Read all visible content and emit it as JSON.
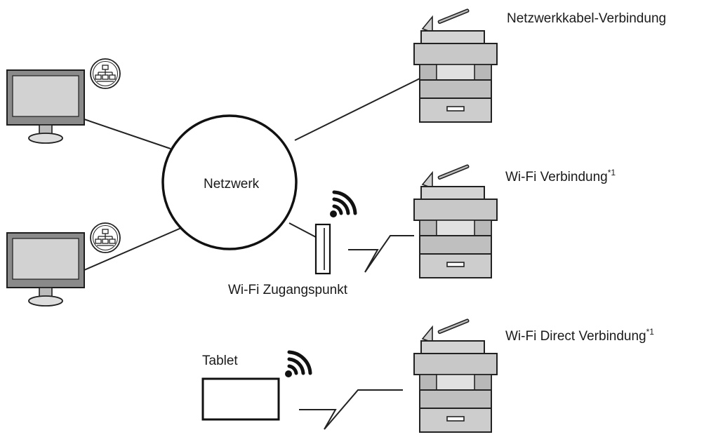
{
  "labels": {
    "network": "Netzwerk",
    "access_point": "Wi-Fi Zugangspunkt",
    "tablet": "Tablet",
    "cable_connection": "Netzwerkkabel-Verbindung",
    "wifi_connection": "Wi-Fi Verbindung",
    "wifi_connection_note": "*1",
    "wifi_direct_connection": "Wi-Fi Direct Verbindung",
    "wifi_direct_connection_note": "*1"
  },
  "icons": {
    "computer": "desktop-computer-icon",
    "network_port": "network-lan-icon",
    "printer": "multifunction-printer-icon",
    "access_point": "wifi-access-point-icon",
    "wireless": "wifi-signal-icon",
    "tablet": "tablet-icon"
  }
}
